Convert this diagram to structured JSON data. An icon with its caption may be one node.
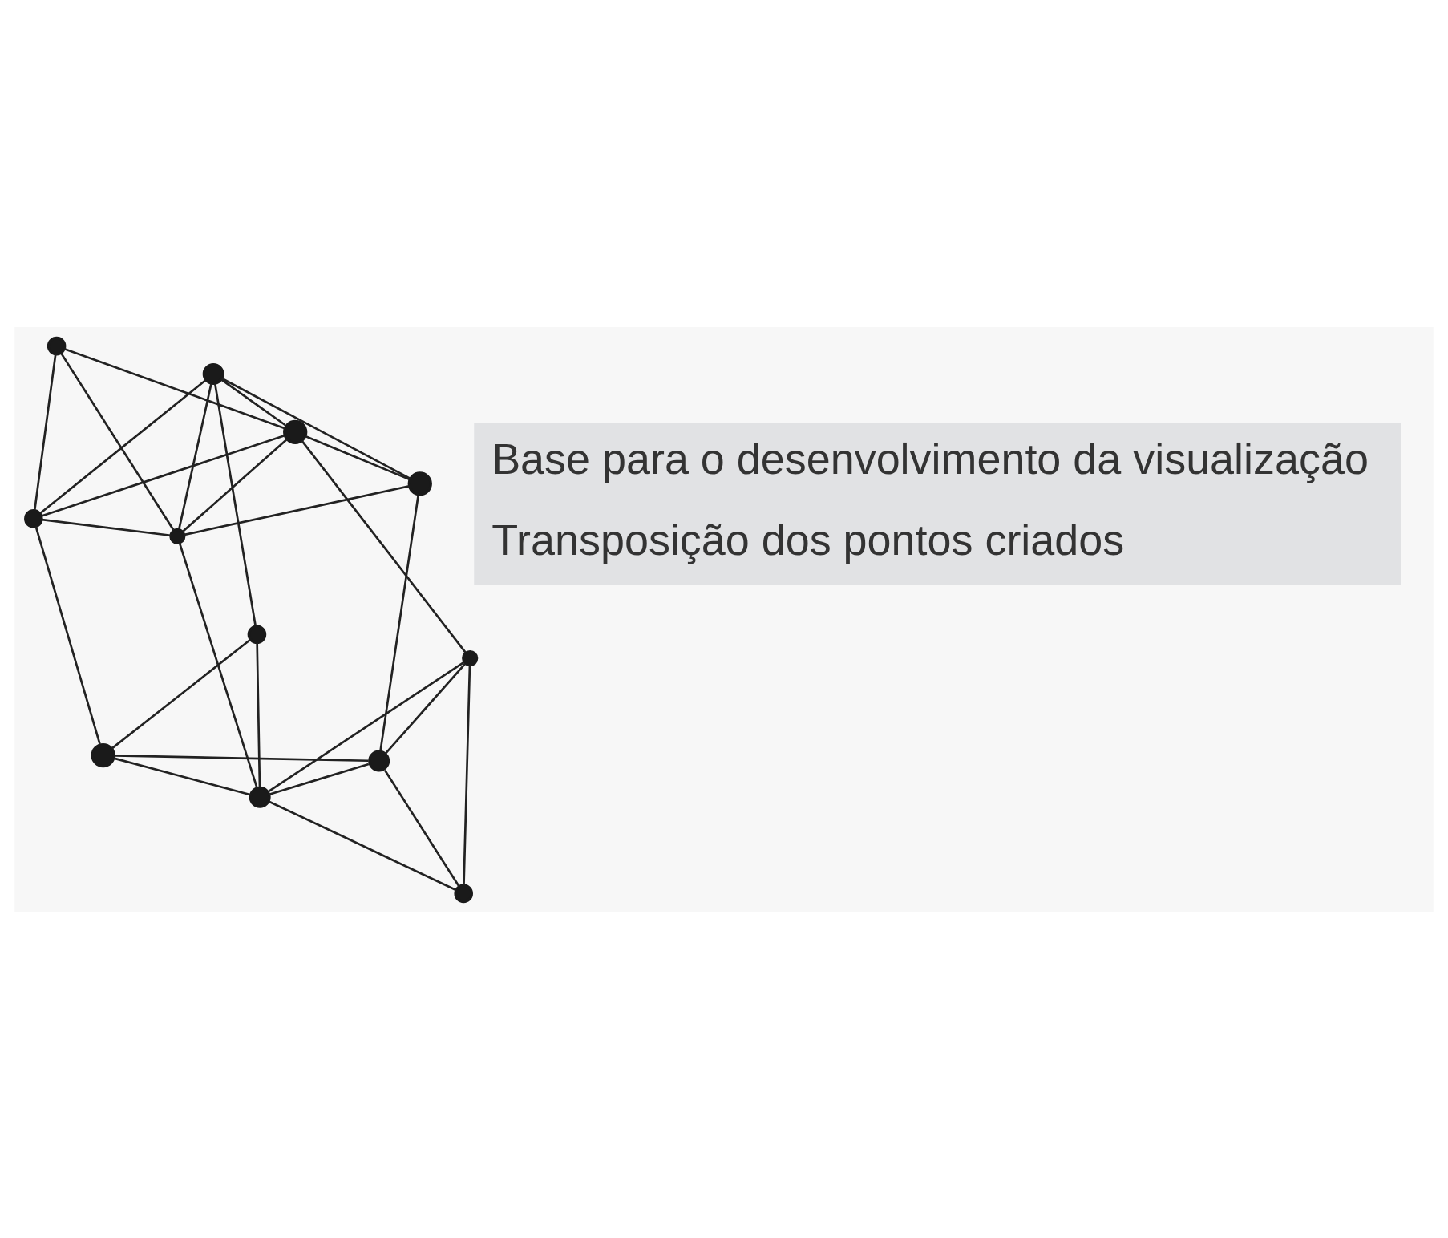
{
  "diagram": {
    "nodes": [
      {
        "text": [],
        "shape": "circle"
      },
      {
        "text": [],
        "shape": "circle"
      },
      {
        "text": [],
        "shape": "circle"
      },
      {
        "text": [],
        "shape": "circle"
      },
      {
        "text": [],
        "shape": "circle"
      },
      {
        "text": [],
        "shape": "circle"
      },
      {
        "text": [],
        "shape": "circle"
      },
      {
        "text": [],
        "shape": "circle"
      },
      {
        "text": [],
        "shape": "circle"
      },
      {
        "text": [],
        "shape": "circle"
      },
      {
        "text": [],
        "shape": "circle"
      },
      {
        "text": [],
        "shape": "circle"
      }
    ],
    "edges": [
      {
        "from": 0,
        "to": 1,
        "arrow": "none"
      },
      {
        "from": 0,
        "to": 2,
        "arrow": "none"
      },
      {
        "from": 0,
        "to": 3,
        "arrow": "none"
      },
      {
        "from": 1,
        "to": 2,
        "arrow": "none"
      },
      {
        "from": 1,
        "to": 3,
        "arrow": "none"
      },
      {
        "from": 1,
        "to": 4,
        "arrow": "none"
      },
      {
        "from": 1,
        "to": 5,
        "arrow": "none"
      },
      {
        "from": 1,
        "to": 6,
        "arrow": "none"
      },
      {
        "from": 2,
        "to": 3,
        "arrow": "none"
      },
      {
        "from": 2,
        "to": 5,
        "arrow": "none"
      },
      {
        "from": 2,
        "to": 11,
        "arrow": "none"
      },
      {
        "from": 3,
        "to": 4,
        "arrow": "none"
      },
      {
        "from": 3,
        "to": 5,
        "arrow": "none"
      },
      {
        "from": 3,
        "to": 7,
        "arrow": "none"
      },
      {
        "from": 4,
        "to": 5,
        "arrow": "none"
      },
      {
        "from": 4,
        "to": 9,
        "arrow": "none"
      },
      {
        "from": 5,
        "to": 10,
        "arrow": "none"
      },
      {
        "from": 6,
        "to": 7,
        "arrow": "none"
      },
      {
        "from": 6,
        "to": 8,
        "arrow": "none"
      },
      {
        "from": 6,
        "to": 9,
        "arrow": "none"
      },
      {
        "from": 6,
        "to": 11,
        "arrow": "none"
      },
      {
        "from": 6,
        "to": 10,
        "arrow": "none"
      },
      {
        "from": 7,
        "to": 8,
        "arrow": "none"
      },
      {
        "from": 7,
        "to": 9,
        "arrow": "none"
      },
      {
        "from": 8,
        "to": 9,
        "arrow": "none"
      },
      {
        "from": 9,
        "to": 11,
        "arrow": "none"
      },
      {
        "from": 10,
        "to": 11,
        "arrow": "none"
      }
    ],
    "labels": [
      "Base para o desenvolvimento da visualização",
      "Transposição dos pontos criados"
    ]
  }
}
